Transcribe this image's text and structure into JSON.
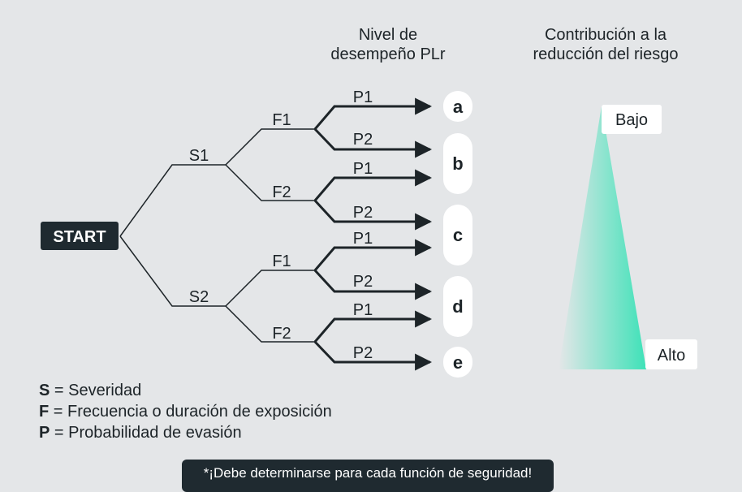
{
  "headers": {
    "level_line1": "Nivel de",
    "level_line2": "desempeño PLr",
    "contrib_line1": "Contribución a la",
    "contrib_line2": "reducción del riesgo"
  },
  "start_label": "START",
  "severity": [
    "S1",
    "S2"
  ],
  "frequency": [
    "F1",
    "F2",
    "F1",
    "F2"
  ],
  "probability": [
    "P1",
    "P2",
    "P1",
    "P2",
    "P1",
    "P2",
    "P1",
    "P2"
  ],
  "levels": [
    "a",
    "b",
    "c",
    "d",
    "e"
  ],
  "triangle": {
    "low": "Bajo",
    "high": "Alto",
    "color": "#3ee2b8"
  },
  "legend": [
    {
      "key": "S",
      "sep": " = ",
      "text": "Severidad"
    },
    {
      "key": "F",
      "sep": " = ",
      "text": "Frecuencia o duración de exposición"
    },
    {
      "key": "P",
      "sep": " = ",
      "text": "Probabilidad de evasión"
    }
  ],
  "note": "*¡Debe determinarse para cada función de seguridad!"
}
